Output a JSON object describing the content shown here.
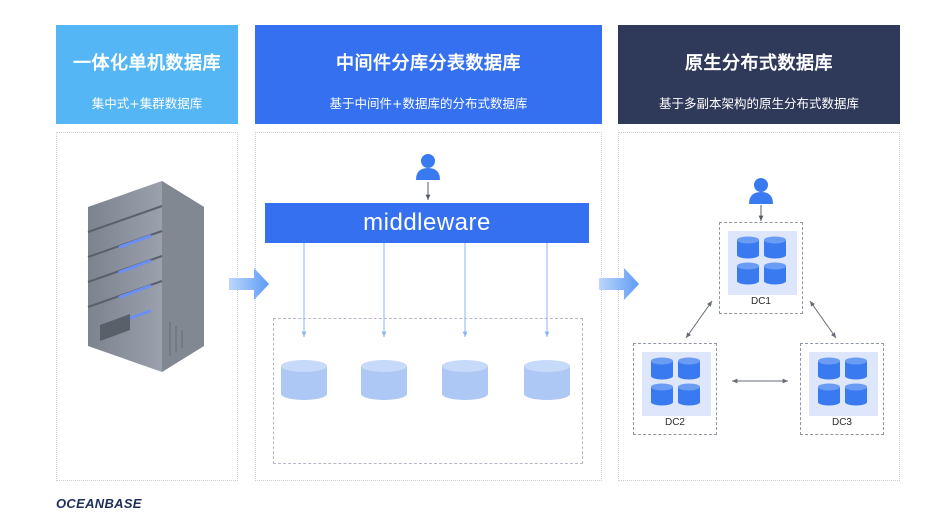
{
  "columns": [
    {
      "title": "一体化单机数据库",
      "subtitle": "集中式+集群数据库"
    },
    {
      "title": "中间件分库分表数据库",
      "subtitle": "基于中间件+数据库的分布式数据库"
    },
    {
      "title": "原生分布式数据库",
      "subtitle": "基于多副本架构的原生分布式数据库"
    }
  ],
  "middleware": {
    "label": "middleware"
  },
  "datacenters": [
    {
      "label": "DC1"
    },
    {
      "label": "DC2"
    },
    {
      "label": "DC3"
    }
  ],
  "brand": {
    "name": "OCEANBASE"
  },
  "colors": {
    "col1": "#55b6f5",
    "col2": "#3470f0",
    "col3": "#2f3a5a",
    "db_fill": "#aec8f5",
    "db_blue": "#3a7af0",
    "arrow": "#8ab4f5"
  },
  "icons": [
    "server-rack-icon",
    "user-icon",
    "database-icon",
    "arrow-right-icon",
    "bidirectional-arrow-icon"
  ]
}
